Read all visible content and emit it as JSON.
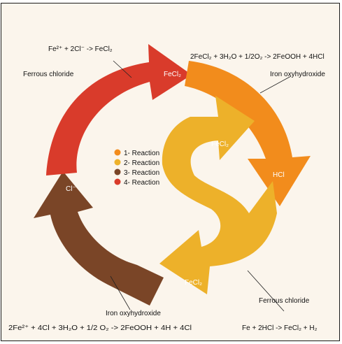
{
  "colors": {
    "background": "#fbf5ec",
    "reaction_1": "#f28c1c",
    "reaction_2": "#edb12a",
    "reaction_3": "#7a4527",
    "reaction_4": "#d93b2b"
  },
  "legend": [
    {
      "label": "1- Reaction",
      "color": "#f28c1c"
    },
    {
      "label": "2- Reaction",
      "color": "#edb12a"
    },
    {
      "label": "3- Reaction",
      "color": "#7a4527"
    },
    {
      "label": "4- Reaction",
      "color": "#d93b2b"
    }
  ],
  "arrows": {
    "red_label": "FeCl₂",
    "orange_label": "HCl",
    "yellow_top_label": "FeCl₂",
    "yellow_bottom_label": "FeCl₂",
    "brown_label": "Cl⁻"
  },
  "annotations": {
    "top_left_eq": "Fe²⁺ + 2Cl⁻ -> FeCl₂",
    "top_left_name": "Ferrous chloride",
    "top_right_eq": "2FeCl₂ + 3H₂O + 1/2O₂ -> 2FeOOH + 4HCl",
    "top_right_name": "Iron oxyhydroxide",
    "bottom_right_name": "Ferrous chloride",
    "bottom_right_eq": "Fe + 2HCl -> FeCl₂ + H₂",
    "bottom_left_name": "Iron oxyhydroxide",
    "bottom_left_eq": "2Fe²⁺ + 4Cl + 3H₂O + 1/2 O₂ -> 2FeOOH + 4H + 4Cl"
  }
}
